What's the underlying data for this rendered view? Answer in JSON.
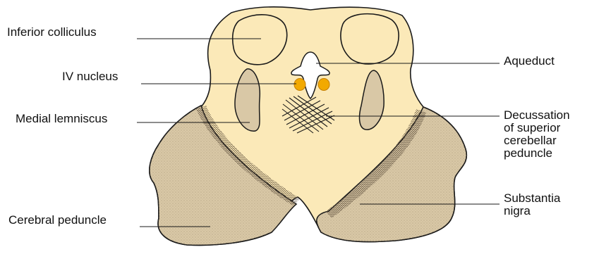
{
  "colors": {
    "background": "#ffffff",
    "midbrain_fill": "#fbe9b8",
    "peduncle_fill": "#d9c8a6",
    "outline": "#1a1a1a",
    "nucleus": "#f2a900",
    "stipple": "#6b5a45"
  },
  "labels": {
    "inferior_colliculus": "Inferior colliculus",
    "iv_nucleus": "IV nucleus",
    "medial_lemniscus": "Medial lemniscus",
    "cerebral_peduncle": "Cerebral peduncle",
    "aqueduct": "Aqueduct",
    "decussation": "Decussation\nof superior\ncerebellar\npeduncle",
    "substantia_nigra": "Substantia\nnigra"
  }
}
